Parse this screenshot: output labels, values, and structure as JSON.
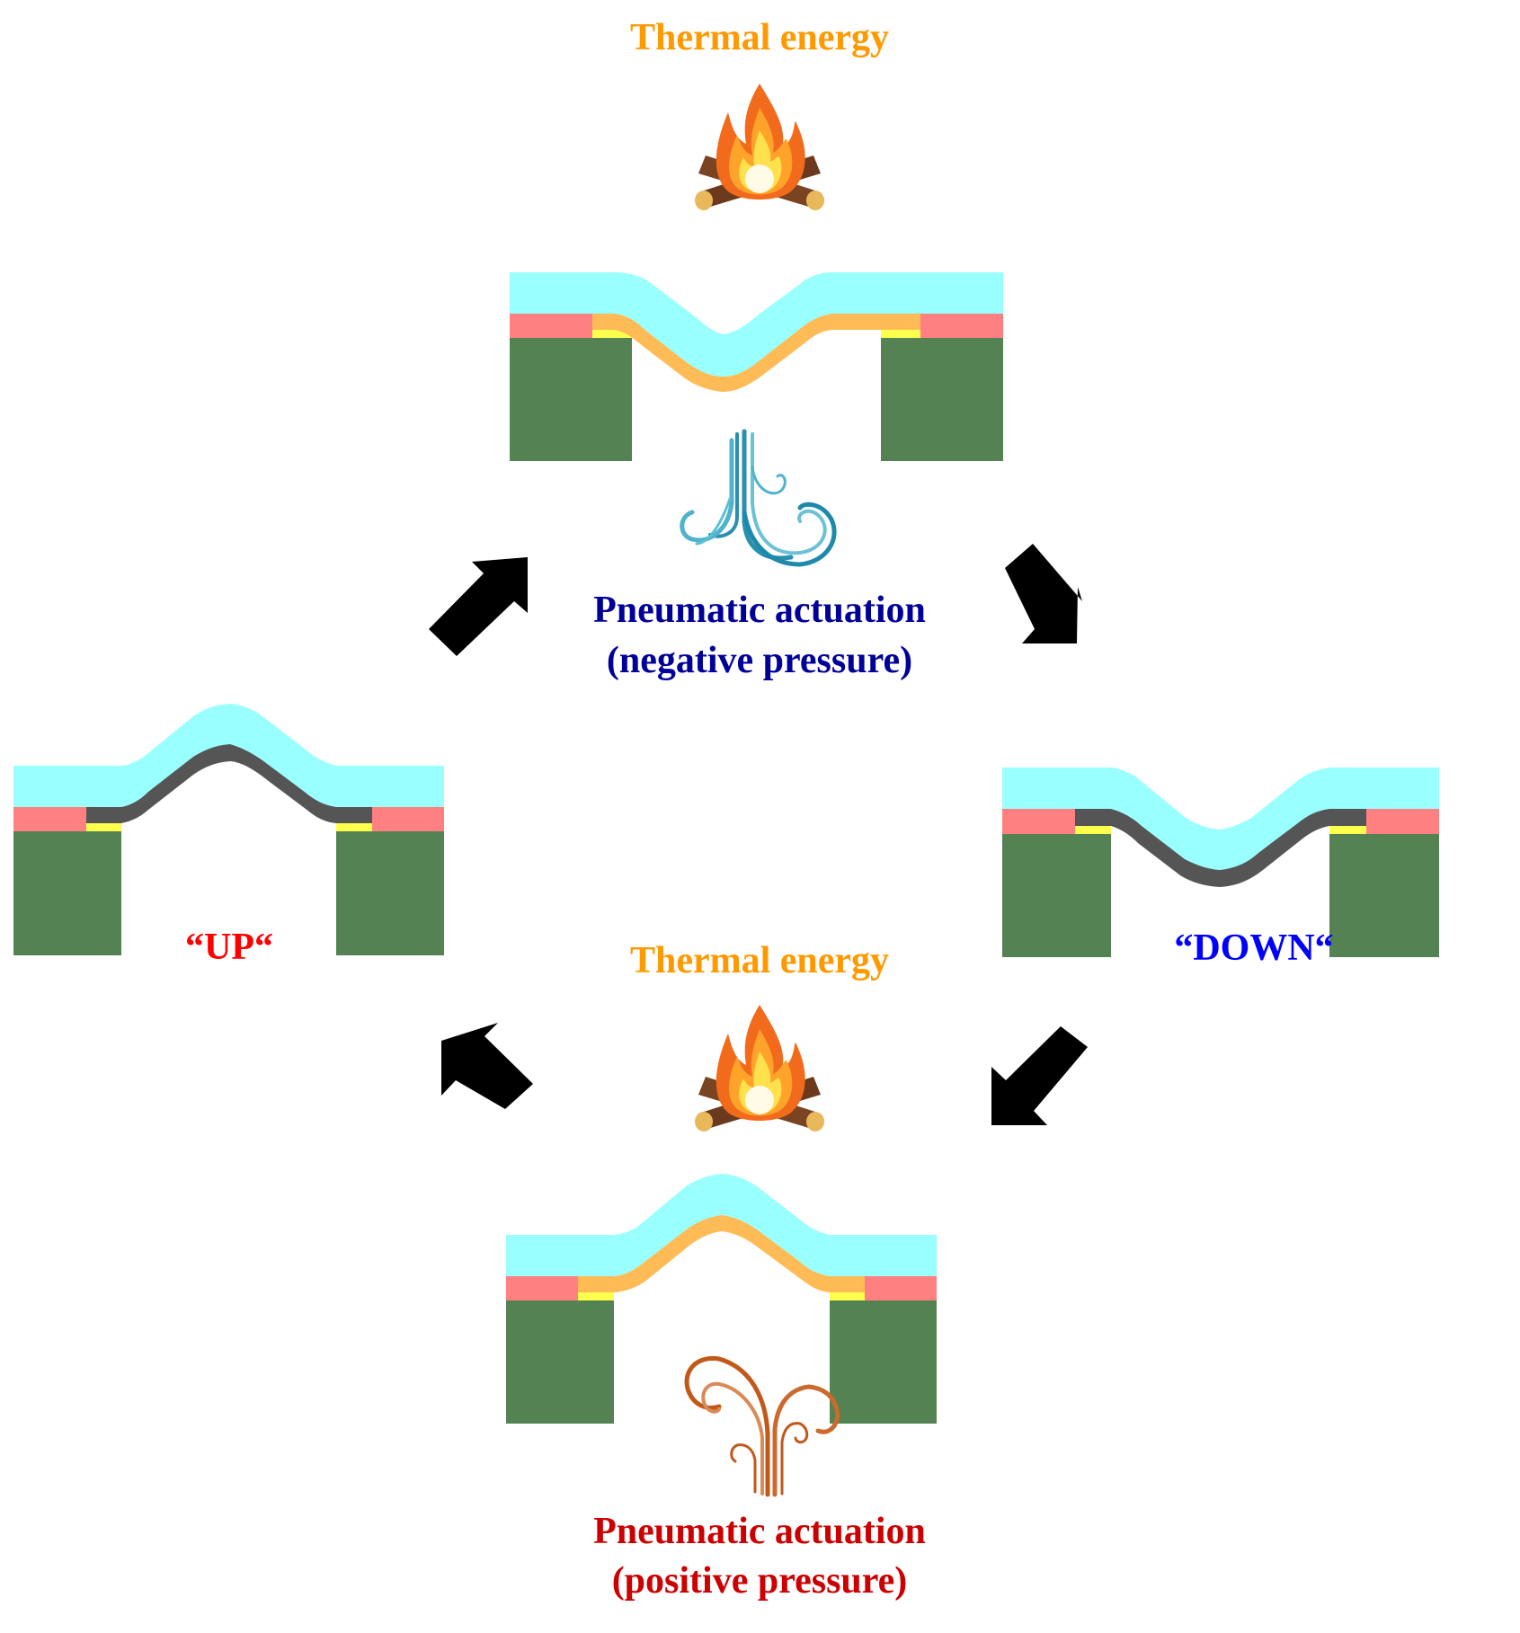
{
  "title": "Thermo-pneumatic actuation cycle of bistable membrane",
  "colors": {
    "substrate": "#548253",
    "spacer": "#FF8080",
    "electrode": "#FFFF4D",
    "membrane_top": "#99FFFF",
    "heated_layer": "#FFBB55",
    "cold_layer": "#555555",
    "arrow": "#000000",
    "thermal_text": "#FF9900",
    "negative_text": "#000099",
    "positive_text": "#CC0000",
    "up_text": "#FF0000",
    "down_text": "#0000FF",
    "air_blue": "#2A9DBA",
    "air_brown": "#C2581A"
  },
  "top": {
    "thermal_label": "Thermal energy",
    "flame_icon": "campfire-icon",
    "air_icon": "suction-air-icon",
    "pneumatic_line1": "Pneumatic actuation",
    "pneumatic_line2": "(negative pressure)"
  },
  "left": {
    "state_label": "“UP“"
  },
  "right": {
    "state_label": "“DOWN“"
  },
  "bottom": {
    "thermal_label": "Thermal energy",
    "flame_icon": "campfire-icon",
    "air_icon": "blowing-air-icon",
    "pneumatic_line1": "Pneumatic actuation",
    "pneumatic_line2": "(positive pressure)"
  },
  "arrows": [
    {
      "name": "arrow-up-to-top",
      "direction": "north-east"
    },
    {
      "name": "arrow-top-to-down",
      "direction": "south-east"
    },
    {
      "name": "arrow-down-to-bottom",
      "direction": "south-west"
    },
    {
      "name": "arrow-bottom-to-up",
      "direction": "north-west"
    }
  ]
}
